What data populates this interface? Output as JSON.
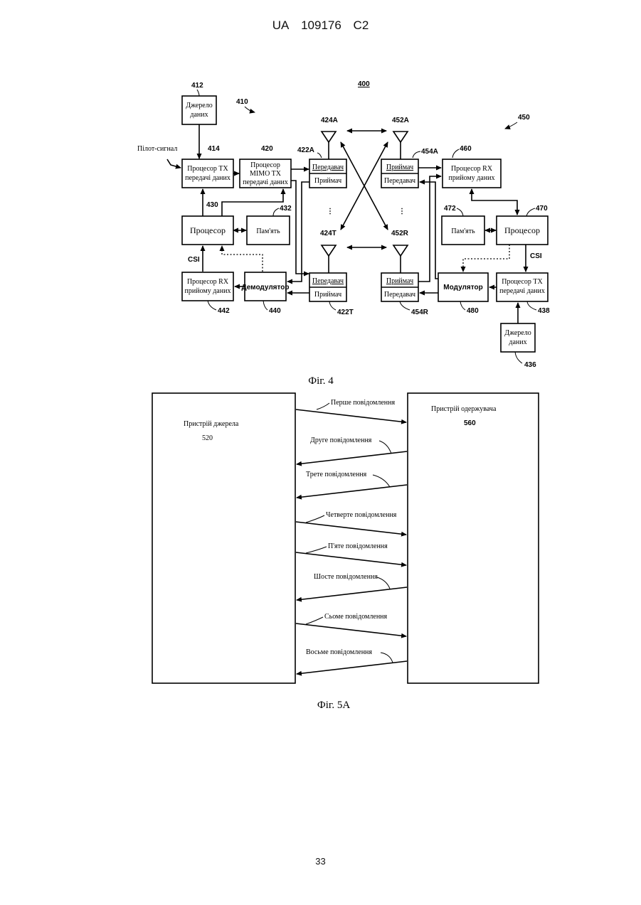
{
  "header": {
    "country": "UA",
    "number": "109176",
    "kind": "C2"
  },
  "page_number": "33",
  "fig4": {
    "caption": "Фіг. 4",
    "ref_system": "400",
    "ref_tx_system": "410",
    "ref_rx_system": "450",
    "pilot_label": "Пілот-сигнал",
    "csi_left": "CSI",
    "csi_right": "CSI",
    "dots": "⋮",
    "blocks": {
      "data_source_tx": {
        "line1": "Джерело",
        "line2": "даних",
        "ref": "412"
      },
      "tx_data_processor": {
        "line1": "Процесор ТХ",
        "line2": "передачі даних",
        "ref": "414"
      },
      "mimo_tx_processor": {
        "line1": "Процесор",
        "line2": "MIMO TX",
        "line3": "передачі даних",
        "ref": "420"
      },
      "transceiver_a": {
        "top": "Передавач",
        "bottom": "Приймач",
        "ref": "422A"
      },
      "transceiver_t": {
        "top": "Передавач",
        "bottom": "Приймач",
        "ref": "422T"
      },
      "processor_tx": {
        "label": "Процесор",
        "ref": "430"
      },
      "memory_tx": {
        "label": "Пам'ять",
        "ref": "432"
      },
      "rx_data_processor_tx": {
        "line1": "Процесор RX",
        "line2": "прийому даних",
        "ref": "442"
      },
      "demodulator": {
        "label": "Демодулятор",
        "ref": "440"
      },
      "receiver_a": {
        "top": "Приймач",
        "bottom": "Передавач",
        "ref": "454A"
      },
      "receiver_r": {
        "top": "Приймач",
        "bottom": "Передавач",
        "ref": "454R"
      },
      "rx_data_processor": {
        "line1": "Процесор RX",
        "line2": "прийому даних",
        "ref": "460"
      },
      "processor_rx": {
        "label": "Процесор",
        "ref": "470"
      },
      "memory_rx": {
        "label": "Пам'ять",
        "ref": "472"
      },
      "modulator": {
        "label": "Модулятор",
        "ref": "480"
      },
      "tx_data_processor_rx": {
        "line1": "Процесор ТХ",
        "line2": "передачі даних",
        "ref": "438"
      },
      "data_source_rx": {
        "line1": "Джерело",
        "line2": "даних",
        "ref": "436"
      }
    },
    "antennas": {
      "a424A": "424A",
      "a424T": "424T",
      "a452A": "452A",
      "a452R": "452R"
    }
  },
  "fig5a": {
    "caption": "Фіг. 5А",
    "source": {
      "label": "Пристрій джерела",
      "ref": "520"
    },
    "receiver": {
      "label": "Пристрій одержувача",
      "ref": "560"
    },
    "messages": [
      "Перше повідомлення",
      "Друге повідомлення",
      "Трете повідомлення",
      "Четверте повідомлення",
      "П'яте повідомлення",
      "Шосте повідомлення",
      "Сьоме повідомлення",
      "Восьме повідомлення"
    ]
  }
}
